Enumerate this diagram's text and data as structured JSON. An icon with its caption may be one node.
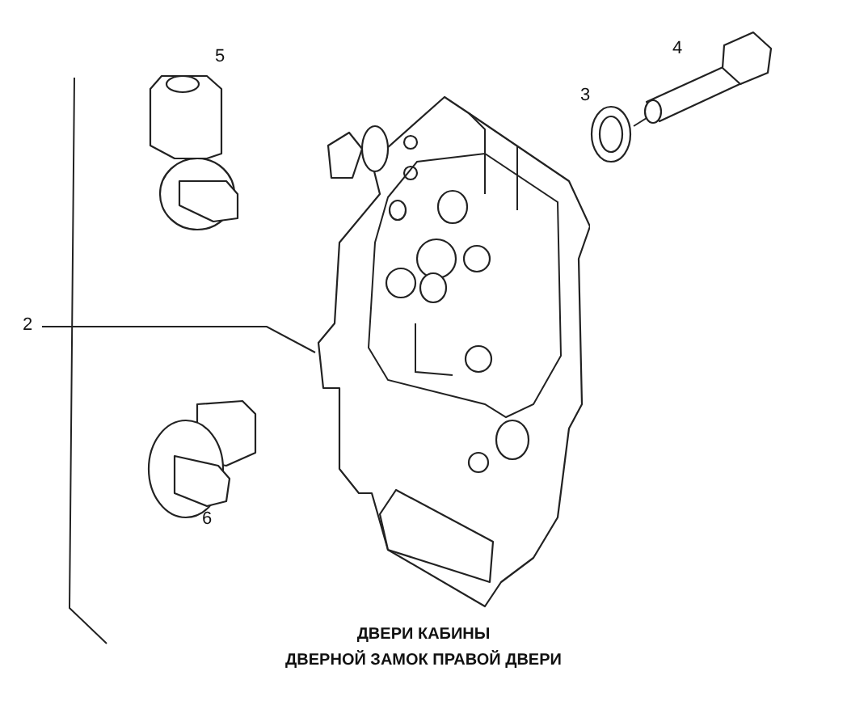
{
  "diagram": {
    "title": "ДВЕРИ КАБИНЫ",
    "caption": "ДВЕРНОЙ ЗАМОК ПРАВОЙ ДВЕРИ",
    "nodes": [
      {
        "text": [
          "2"
        ]
      },
      {
        "text": [],
        "shape": "picture"
      }
    ],
    "edges": [
      {
        "from": 0,
        "to": 1,
        "arrow": "none"
      }
    ],
    "labels": [
      "5",
      "4",
      "3",
      "6"
    ]
  }
}
